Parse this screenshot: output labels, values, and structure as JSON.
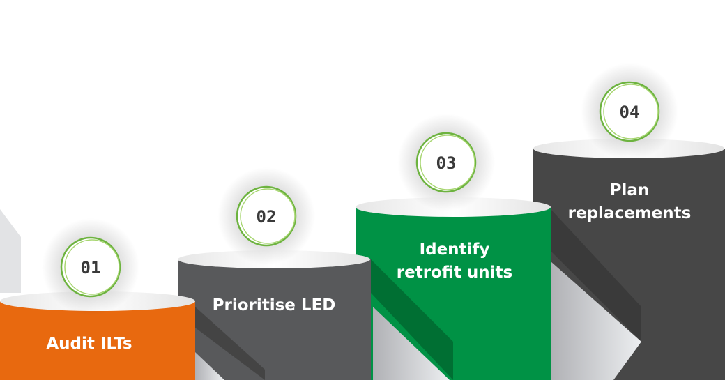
{
  "steps": [
    {
      "number": "01",
      "label_lines": [
        "Audit ILTs"
      ],
      "color": "#E8690F"
    },
    {
      "number": "02",
      "label_lines": [
        "Prioritise LED"
      ],
      "color": "#58595B"
    },
    {
      "number": "03",
      "label_lines": [
        "Identify",
        "retrofit units"
      ],
      "color": "#009245"
    },
    {
      "number": "04",
      "label_lines": [
        "Plan",
        "replacements"
      ],
      "color": "#474747"
    }
  ],
  "colors": {
    "ring": "#6DB33F",
    "ring_light": "#A8D672"
  }
}
